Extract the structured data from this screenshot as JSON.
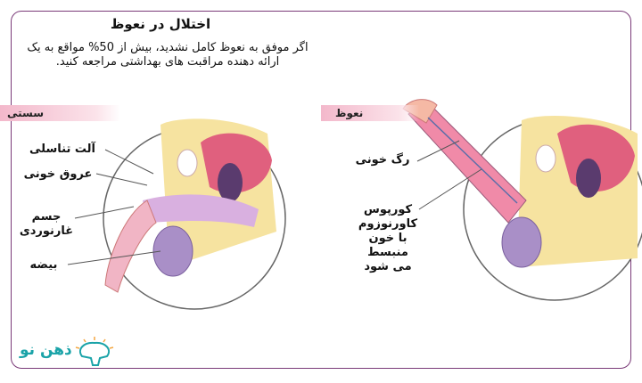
{
  "title": "اختلال در نعوظ",
  "description": "اگر موفق به نعوظ کامل نشدید، بیش از 50% مواقع به یک ارائه دهنده مراقبت های بهداشتی مراجعه کنید.",
  "left_panel": {
    "heading": "سستی",
    "labels": [
      "آلت تناسلی",
      "عروق خونی",
      "جسم غارنوردی",
      "بیضه"
    ]
  },
  "right_panel": {
    "heading": "نعوظ",
    "labels": [
      "رگ خونی",
      "کورپوس کاورنوزوم با خون منبسط می شود"
    ]
  },
  "logo": "ذهن نو",
  "colors": {
    "frame": "#7a3a78",
    "banner": "#f3b8cb",
    "penis": "#f08aa8",
    "logo": "#1aa3a8"
  }
}
